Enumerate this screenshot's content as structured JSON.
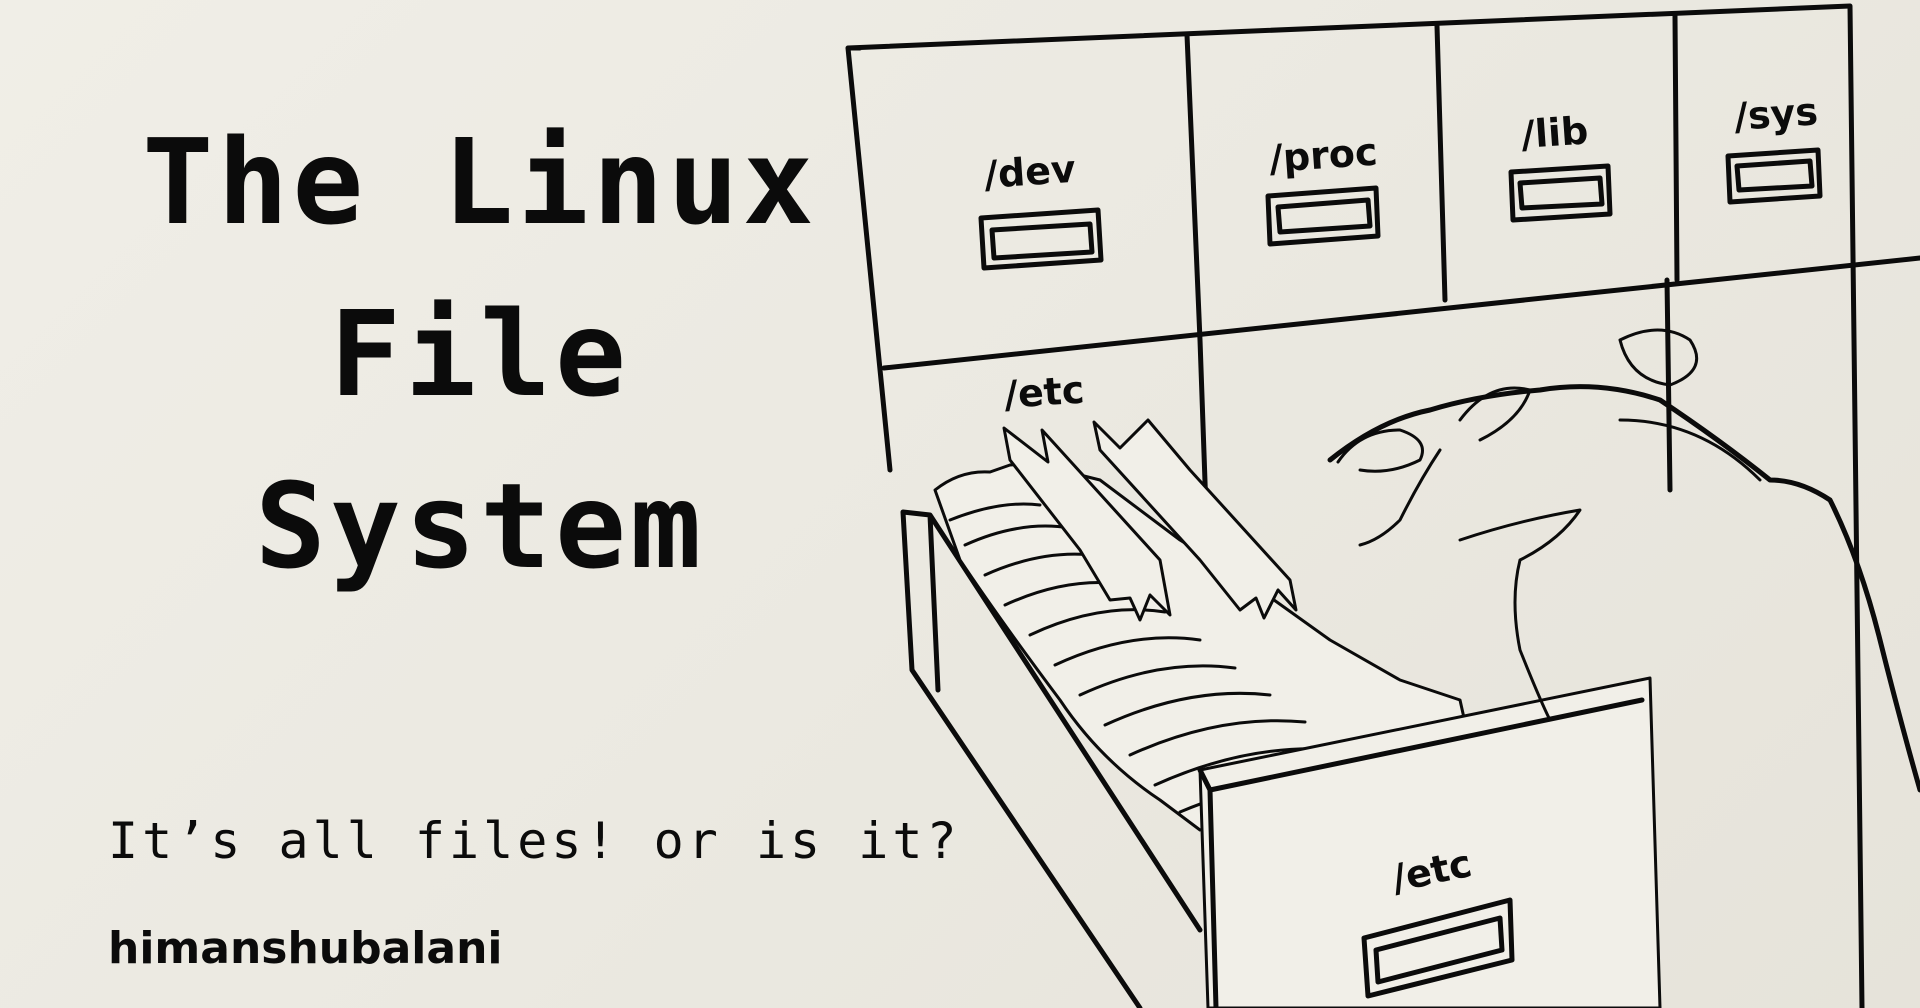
{
  "title_lines": [
    "The Linux",
    "File",
    "System"
  ],
  "tagline": "It’s all files! or is it?",
  "author": "himanshubalani",
  "drawer_labels": {
    "dev": "/dev",
    "proc": "/proc",
    "lib": "/lib",
    "sys": "/sys",
    "etc_top": "/etc",
    "etc_front": "/etc"
  },
  "colors": {
    "background": "#ecEAE2",
    "ink": "#0b0b0b"
  }
}
